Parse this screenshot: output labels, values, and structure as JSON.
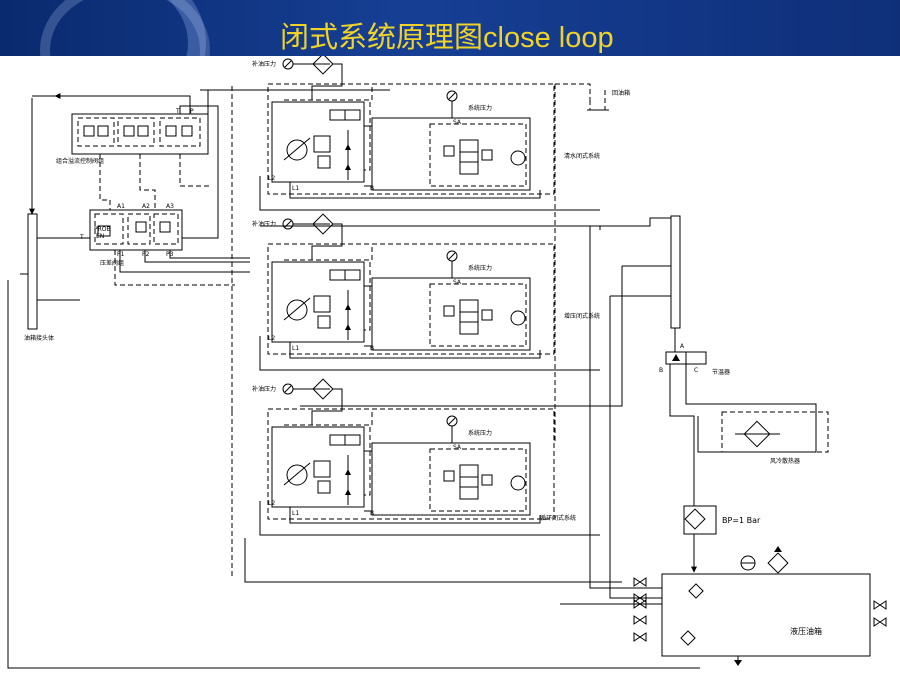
{
  "title": {
    "zh": "闭式系统原理图",
    "en": "close loop"
  },
  "labels": {
    "charge_pressure": "补油压力",
    "system_pressure": "系统压力",
    "tank_return": "回油箱",
    "multi_valve": "组合溢流控制阀组",
    "pressure_valve": "压差阀组",
    "manifold": "油箱接头体",
    "cleaning_system": "清水闭式系统",
    "boost_system": "增压闭式系统",
    "circulation_system": "循环闭式系统",
    "thermo_valve": "节温器",
    "air_cooler": "风冷散热器",
    "bp": "BP=1 Bar",
    "hydraulic_tank": "液压油箱",
    "port_a": "A",
    "port_b": "B",
    "port_c": "C",
    "port_t": "T",
    "port_p": "P",
    "a1": "A1",
    "a2": "A2",
    "a3": "A3",
    "p1": "P1",
    "p2": "P2",
    "p3": "P3",
    "prob": "PROB",
    "en": "EN",
    "sa": "SA",
    "l1": "L1",
    "l2": "L2",
    "b": "B"
  }
}
